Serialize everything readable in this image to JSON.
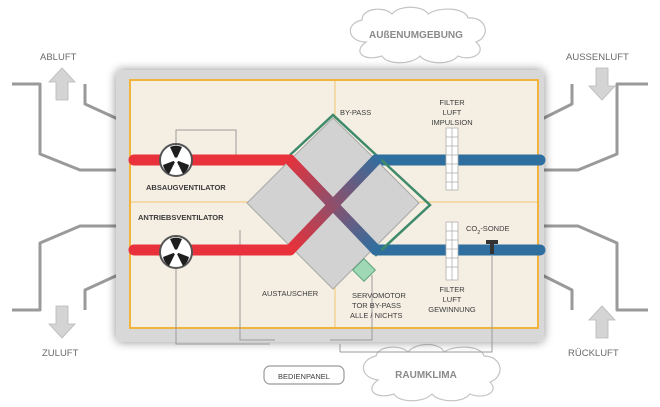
{
  "labels": {
    "outdoor_env": "AUßENUMGEBUNG",
    "indoor_climate": "RAUMKLIMA",
    "exhaust_out": "ABLUFT",
    "outside_air": "AUSSENLUFT",
    "supply_air": "ZULUFT",
    "return_air": "RÜCKLUFT",
    "bypass": "BY-PASS",
    "exhaust_fan": "ABSAUGVENTILATOR",
    "drive_fan": "ANTRIEBSVENTILATOR",
    "exchanger": "AUSTAUSCHER",
    "servomotor_lines": [
      "SERVOMOTOR",
      "TOR BY-PASS",
      "ALLE / NICHTS"
    ],
    "filter_supply_lines": [
      "FILTER",
      "LUFT",
      "IMPULSION"
    ],
    "filter_recovery_lines": [
      "FILTER",
      "LUFT",
      "GEWINNUNG"
    ],
    "co2_prefix": "CO",
    "co2_sub": "2",
    "co2_suffix": "-SONDE",
    "control_panel": "BEDIENPANEL"
  },
  "colors": {
    "warm_duct": "#e8313a",
    "cold_duct": "#2f6fa0",
    "panel_fill": "#f5efe3",
    "panel_border": "#f0b43c",
    "bypass_outline": "#3e8a6a",
    "exchanger_fill": "#d2d2d2",
    "servomotor": "#9fd8b4",
    "frame_gray": "#9a9a9a",
    "arrow_gray": "#d4d4d4"
  }
}
